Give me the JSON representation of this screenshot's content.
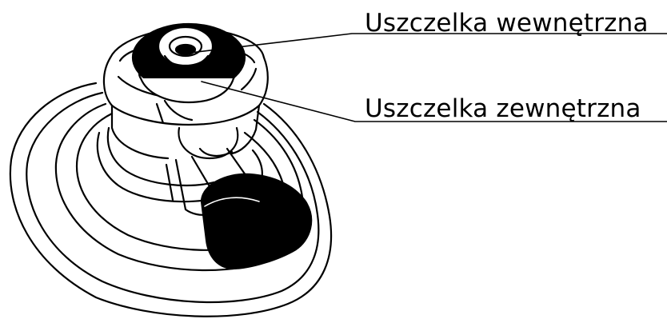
{
  "callouts": [
    {
      "id": "inner-seal",
      "label": "Uszczelka wewnętrzna"
    },
    {
      "id": "outer-seal",
      "label": "Uszczelka zewnętrzna"
    }
  ],
  "colors": {
    "line": "#000000",
    "fill_dark": "#000000",
    "background": "#ffffff"
  }
}
